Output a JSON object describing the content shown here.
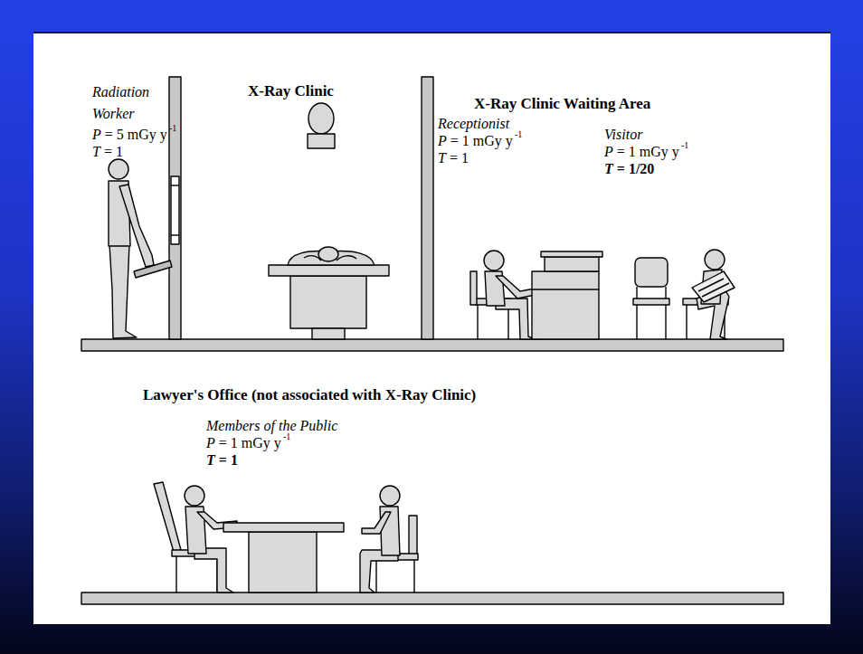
{
  "diagram": {
    "labels": [
      "Radiation Worker",
      "P = 5 mGy y",
      "-1",
      "T = 1",
      "X-Ray Clinic",
      "X-Ray Clinic Waiting Area",
      "Receptionist",
      "P = 1 mGy y",
      "-1",
      "T = 1",
      "Visitor",
      "P = 1 mGy  y",
      "-1",
      "T = 1/20",
      "Lawyer's Office (not associated with X-Ray Clinic)",
      "Members of the Public",
      "P = 1 mGy y",
      "-1",
      "T = 1"
    ]
  }
}
